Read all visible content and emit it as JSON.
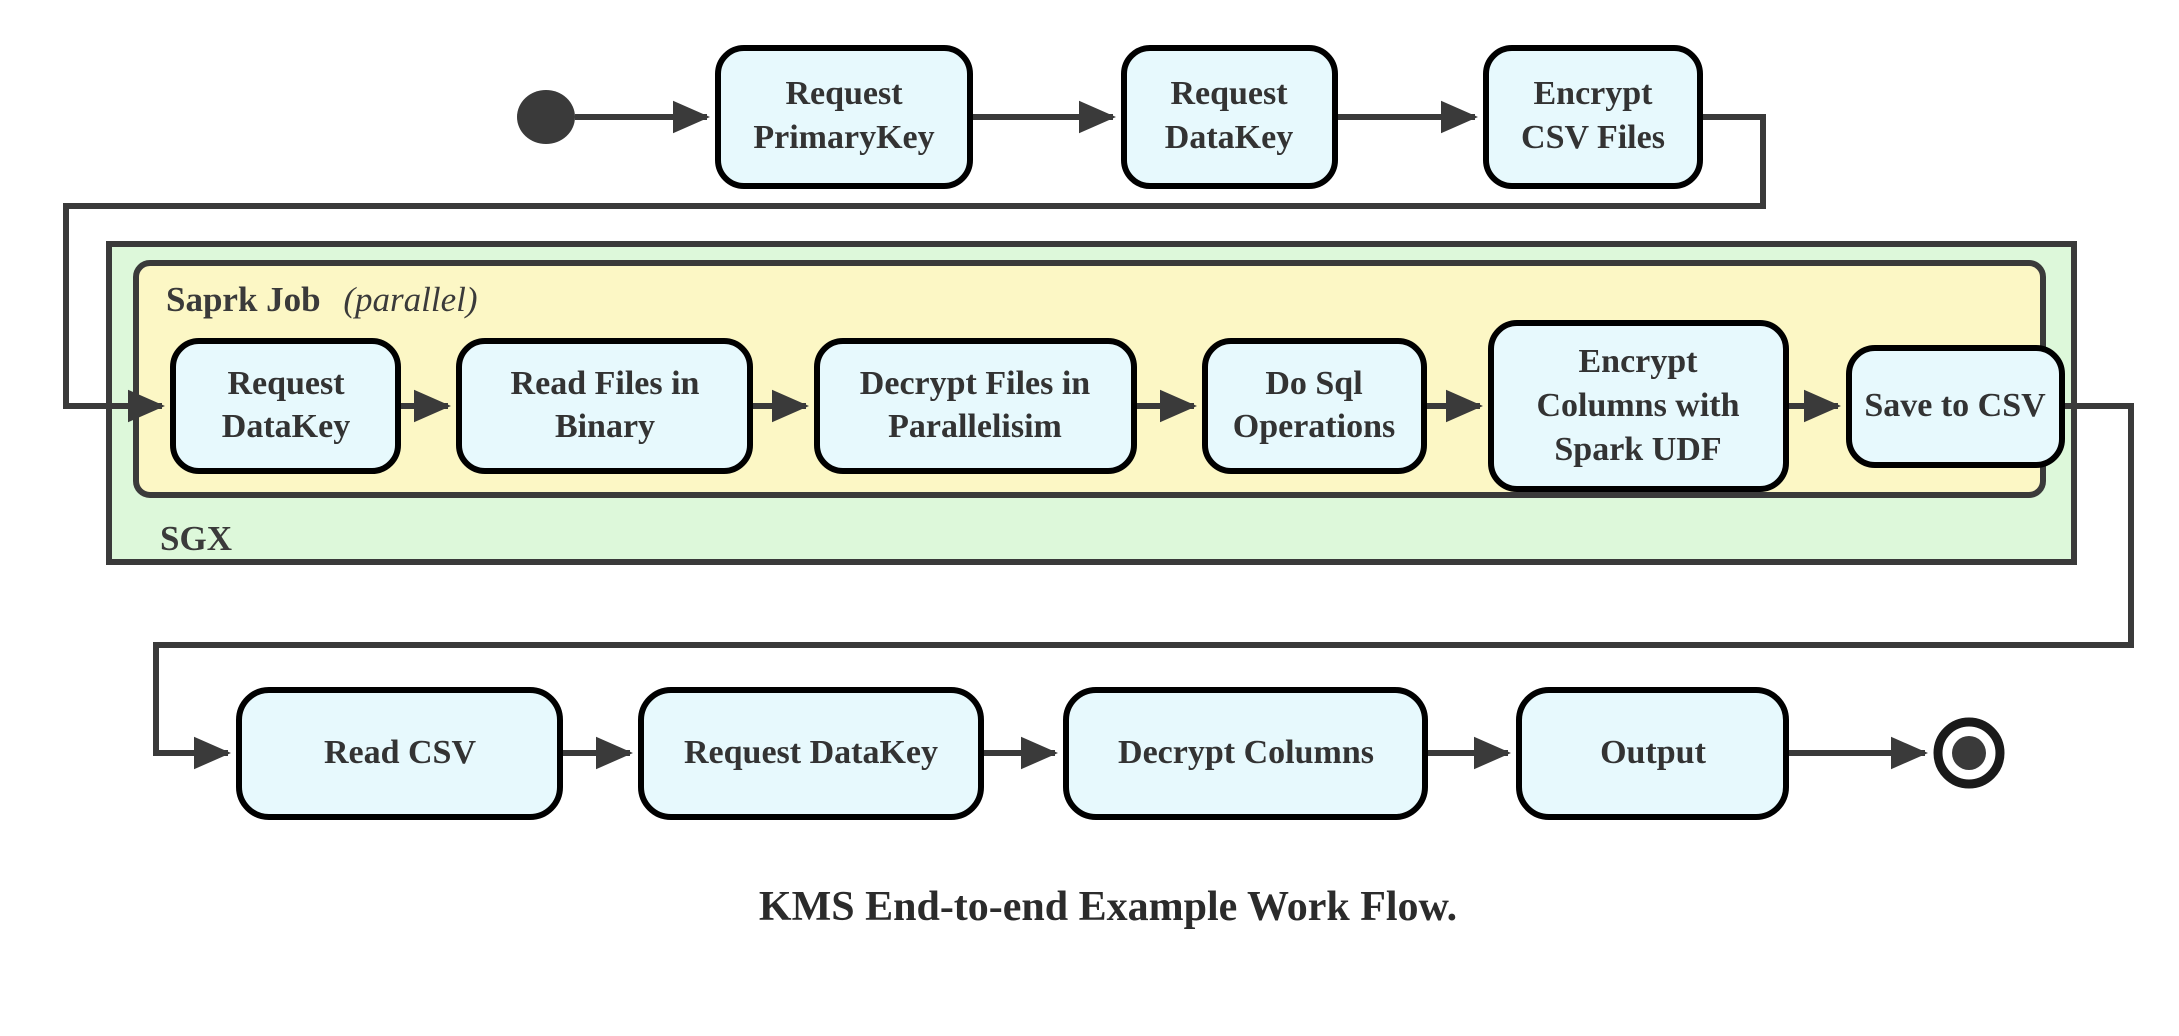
{
  "diagram": {
    "caption": "KMS End-to-end Example Work Flow.",
    "type": "flowchart",
    "colors": {
      "node_fill": "#e7f9fd",
      "node_stroke": "#000000",
      "sgx_group_fill": "#ddf8da",
      "spark_group_fill": "#fcf7c5",
      "group_stroke": "#3a3a3a",
      "edge_stroke": "#3a3a3a",
      "text": "#333333",
      "background": "#ffffff"
    },
    "start_node": {
      "label": "start",
      "shape": "filled-circle"
    },
    "end_node": {
      "label": "end",
      "shape": "double-circle"
    },
    "groups": [
      {
        "id": "sgx",
        "label": "SGX",
        "label_position": "bottom-left",
        "fill": "#ddf8da"
      },
      {
        "id": "spark-job",
        "label": "Saprk Job",
        "label_note": "(parallel)",
        "label_position": "top-left",
        "fill": "#fcf7c5"
      }
    ],
    "rows": {
      "top": {
        "id": "top-row",
        "nodes": [
          {
            "id": "request-primarykey",
            "lines": [
              "Request",
              "PrimaryKey"
            ]
          },
          {
            "id": "request-datakey-top",
            "lines": [
              "Request",
              "DataKey"
            ]
          },
          {
            "id": "encrypt-csv-files",
            "lines": [
              "Encrypt",
              "CSV Files"
            ]
          }
        ]
      },
      "spark": {
        "id": "spark-row",
        "nodes": [
          {
            "id": "request-datakey-spark",
            "lines": [
              "Request",
              "DataKey"
            ]
          },
          {
            "id": "read-files-in-binary",
            "lines": [
              "Read Files in",
              "Binary"
            ]
          },
          {
            "id": "decrypt-files-in-parallelisim",
            "lines": [
              "Decrypt Files in",
              "Parallelisim"
            ]
          },
          {
            "id": "do-sql-operations",
            "lines": [
              "Do Sql",
              "Operations"
            ]
          },
          {
            "id": "encrypt-columns-with-spark-udf",
            "lines": [
              "Encrypt",
              "Columns with",
              "Spark UDF"
            ]
          },
          {
            "id": "save-to-csv",
            "lines": [
              "Save to CSV"
            ]
          }
        ]
      },
      "bottom": {
        "id": "bottom-row",
        "nodes": [
          {
            "id": "read-csv",
            "lines": [
              "Read CSV"
            ]
          },
          {
            "id": "request-datakey-bottom",
            "lines": [
              "Request DataKey"
            ]
          },
          {
            "id": "decrypt-columns",
            "lines": [
              "Decrypt Columns"
            ]
          },
          {
            "id": "output",
            "lines": [
              "Output"
            ]
          }
        ]
      }
    },
    "edges": [
      {
        "from": "start",
        "to": "request-primarykey",
        "style": "straight"
      },
      {
        "from": "request-primarykey",
        "to": "request-datakey-top",
        "style": "straight"
      },
      {
        "from": "request-datakey-top",
        "to": "encrypt-csv-files",
        "style": "straight"
      },
      {
        "from": "encrypt-csv-files",
        "to": "request-datakey-spark",
        "style": "orthogonal-wrap-left"
      },
      {
        "from": "request-datakey-spark",
        "to": "read-files-in-binary",
        "style": "straight"
      },
      {
        "from": "read-files-in-binary",
        "to": "decrypt-files-in-parallelisim",
        "style": "straight"
      },
      {
        "from": "decrypt-files-in-parallelisim",
        "to": "do-sql-operations",
        "style": "straight"
      },
      {
        "from": "do-sql-operations",
        "to": "encrypt-columns-with-spark-udf",
        "style": "straight"
      },
      {
        "from": "encrypt-columns-with-spark-udf",
        "to": "save-to-csv",
        "style": "straight"
      },
      {
        "from": "save-to-csv",
        "to": "read-csv",
        "style": "orthogonal-wrap-left"
      },
      {
        "from": "read-csv",
        "to": "request-datakey-bottom",
        "style": "straight"
      },
      {
        "from": "request-datakey-bottom",
        "to": "decrypt-columns",
        "style": "straight"
      },
      {
        "from": "decrypt-columns",
        "to": "output",
        "style": "straight"
      },
      {
        "from": "output",
        "to": "end",
        "style": "straight"
      }
    ]
  }
}
